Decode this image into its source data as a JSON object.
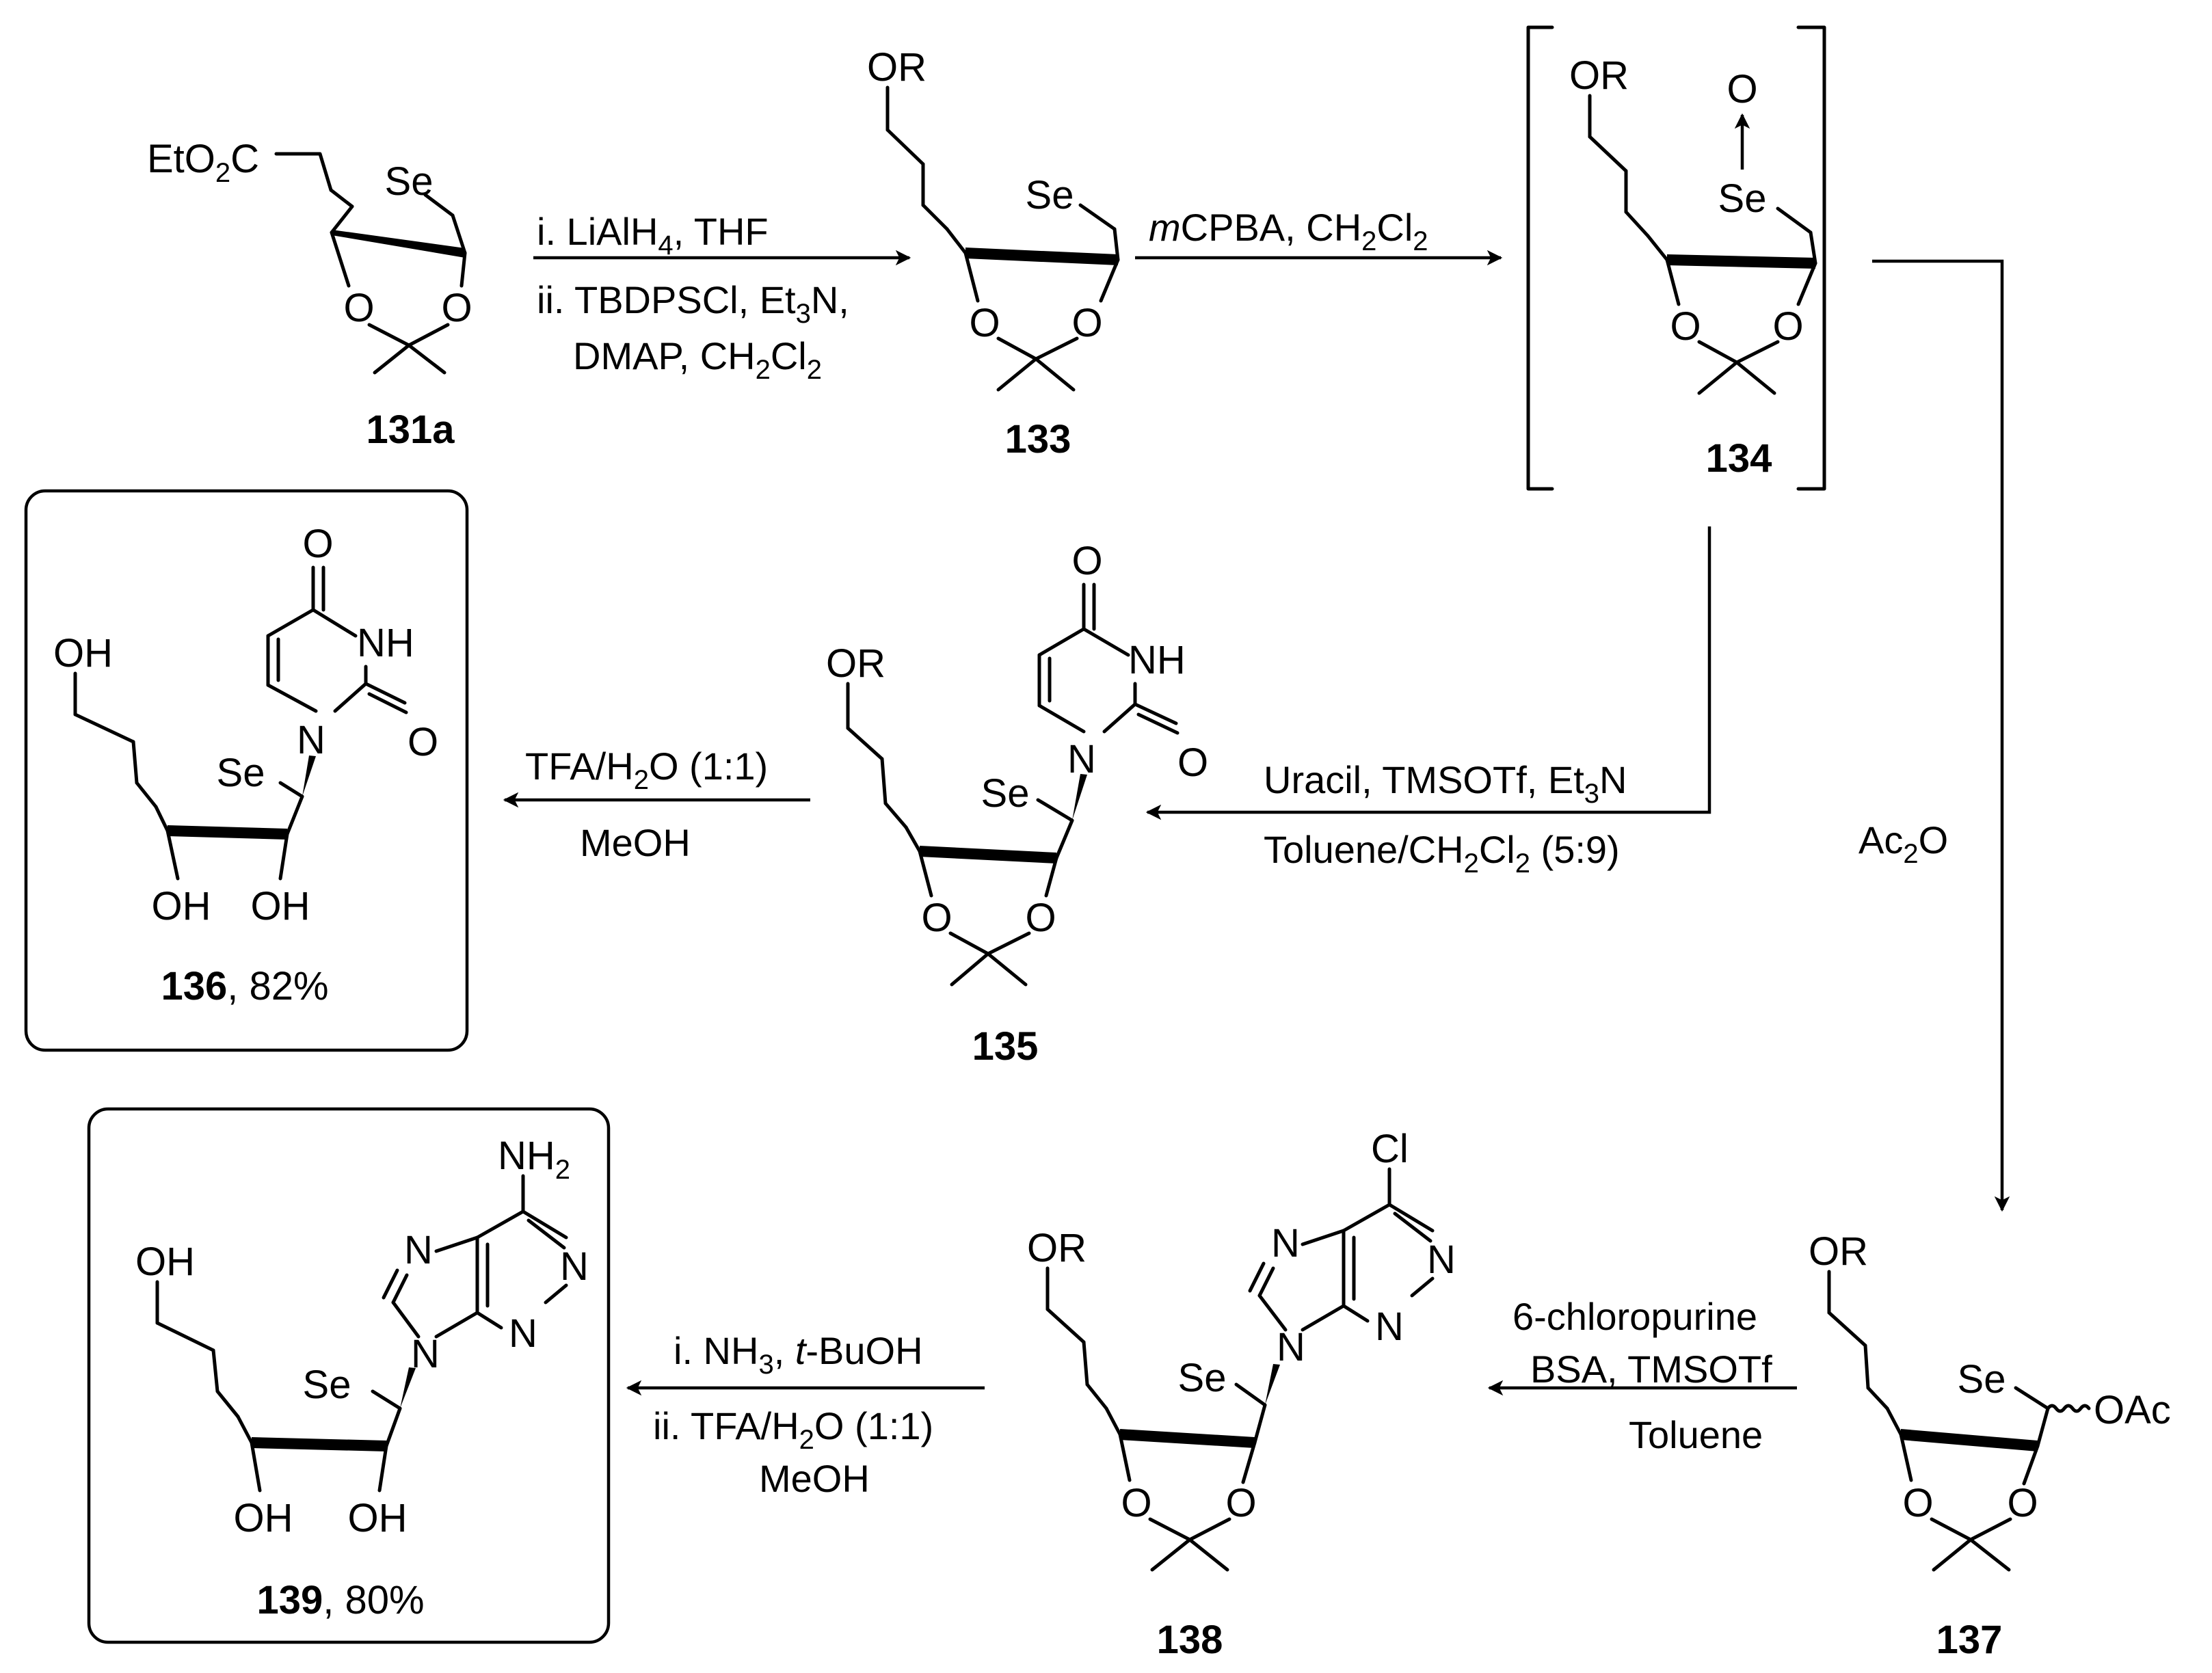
{
  "compounds": {
    "c131a": {
      "label": "131a",
      "substituent": "EtO",
      "substituent_sub": "2",
      "substituent_tail": "C",
      "hetero": "Se"
    },
    "c133": {
      "label": "133",
      "substituent": "OR",
      "hetero": "Se"
    },
    "c134": {
      "label": "134",
      "substituent": "OR",
      "hetero": "Se",
      "oxide": "O"
    },
    "c135": {
      "label": "135",
      "substituent": "OR",
      "hetero": "Se",
      "base_atoms": [
        "O",
        "NH",
        "O",
        "N"
      ]
    },
    "c136": {
      "label": "136",
      "yield": ", 82%",
      "substituent": "OH",
      "hetero": "Se",
      "oh": "OH",
      "base_atoms": [
        "O",
        "NH",
        "O",
        "N"
      ]
    },
    "c137": {
      "label": "137",
      "substituent": "OR",
      "hetero": "Se",
      "anomeric": "OAc"
    },
    "c138": {
      "label": "138",
      "substituent": "OR",
      "hetero": "Se",
      "base_atoms": [
        "Cl",
        "N",
        "N",
        "N",
        "N"
      ]
    },
    "c139": {
      "label": "139",
      "yield": ", 80%",
      "substituent": "OH",
      "hetero": "Se",
      "oh": "OH",
      "base_atoms": [
        "NH",
        "N",
        "N",
        "N",
        "N"
      ],
      "amine_sub": "2"
    }
  },
  "ring_oxygen": "O",
  "conditions": {
    "step1": {
      "line1_a": "i. LiAlH",
      "line1_sub": "4",
      "line1_b": ", THF",
      "line2_a": "ii. TBDPSCl, Et",
      "line2_sub": "3",
      "line2_b": "N,",
      "line3_a": "DMAP, CH",
      "line3_sub1": "2",
      "line3_b": "Cl",
      "line3_sub2": "2"
    },
    "step2": {
      "italic": "m",
      "text_a": "CPBA, CH",
      "sub1": "2",
      "text_b": "Cl",
      "sub2": "2"
    },
    "step3": {
      "line1_a": "Uracil, TMSOTf, Et",
      "line1_sub": "3",
      "line1_b": "N",
      "line2_a": "Toluene/CH",
      "line2_sub1": "2",
      "line2_b": "Cl",
      "line2_sub2": "2",
      "line2_c": " (5:9)"
    },
    "step4": {
      "line1_a": "TFA/H",
      "line1_sub": "2",
      "line1_b": "O (1:1)",
      "line2": "MeOH"
    },
    "step5": {
      "text_a": "Ac",
      "sub": "2",
      "text_b": "O"
    },
    "step6": {
      "line1": "6-chloropurine",
      "line2": "BSA, TMSOTf",
      "line3": "Toluene"
    },
    "step7": {
      "line1_a": "i. NH",
      "line1_sub": "3",
      "line1_b": ", ",
      "line1_italic": "t",
      "line1_c": "-BuOH",
      "line2_a": "ii. TFA/H",
      "line2_sub": "2",
      "line2_b": "O (1:1)",
      "line3": "MeOH"
    }
  }
}
